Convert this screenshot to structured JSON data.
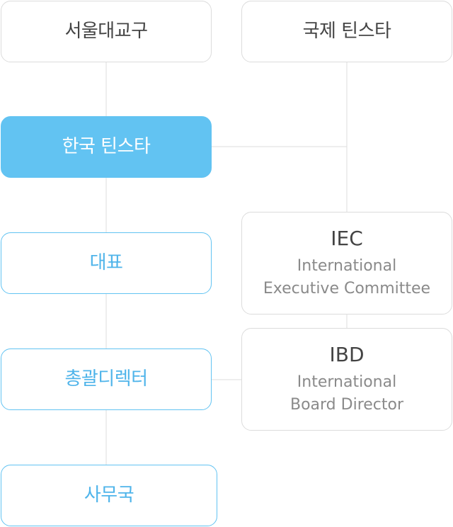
{
  "nodes": {
    "seoul_district": {
      "label": "서울대교구"
    },
    "intl_tinsta": {
      "label": "국제 틴스타"
    },
    "korea_tinsta": {
      "label": "한국 틴스타"
    },
    "representative": {
      "label": "대표"
    },
    "general_director": {
      "label": "총괄디렉터"
    },
    "secretariat": {
      "label": "사무국"
    },
    "iec": {
      "title": "IEC",
      "sub1": "International",
      "sub2": "Executive Committee"
    },
    "ibd": {
      "title": "IBD",
      "sub1": "International",
      "sub2": "Board Director"
    }
  },
  "colors": {
    "accent": "#62c3f2",
    "accent_text": "#4fb4ea",
    "border_gray": "#dcdcdc",
    "connector": "#dedede",
    "text_dark": "#444444",
    "text_muted": "#8a8a8a"
  }
}
